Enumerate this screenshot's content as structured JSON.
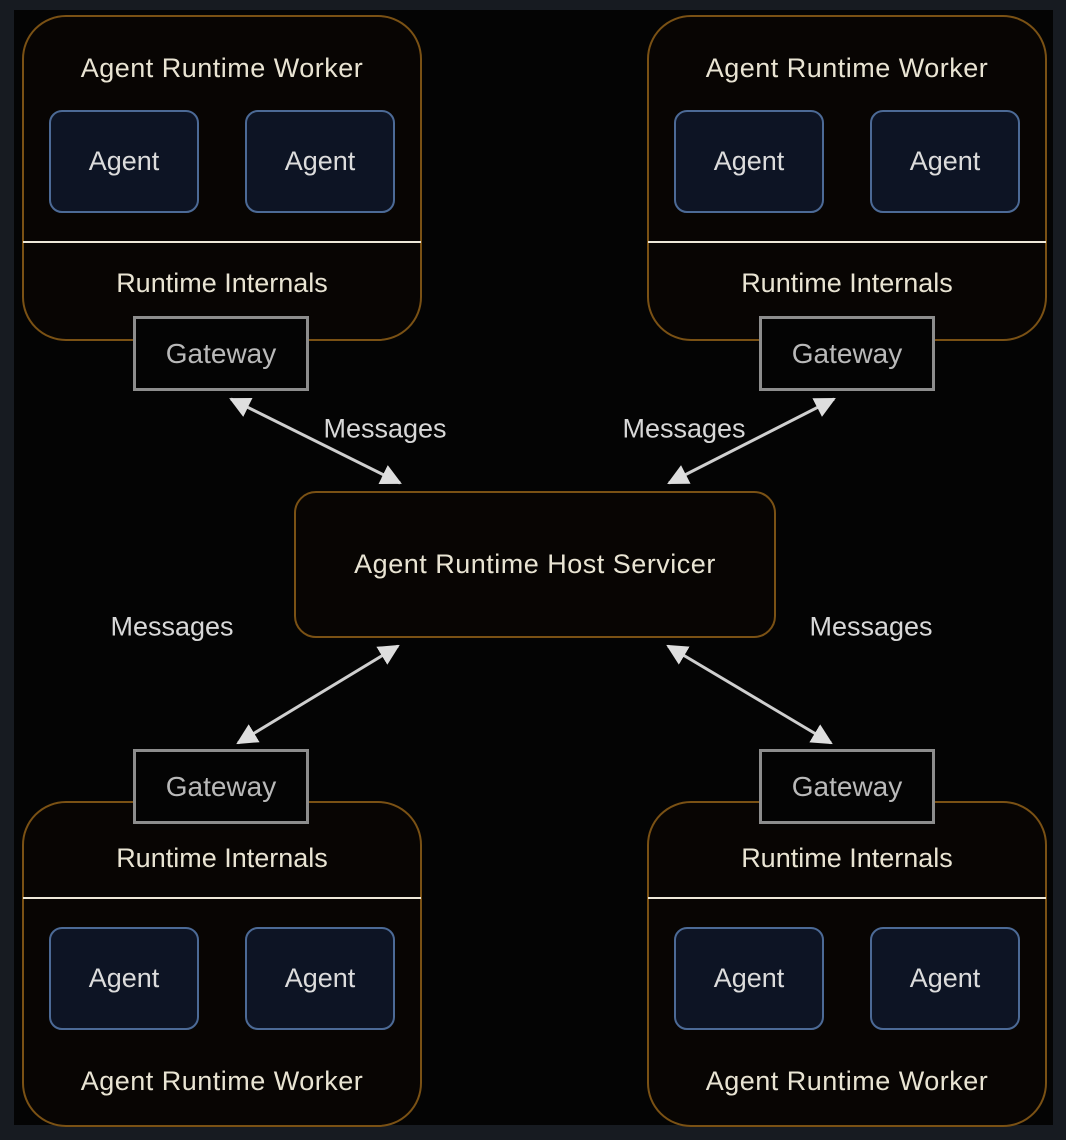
{
  "diagram": {
    "host": {
      "label": "Agent Runtime Host Servicer"
    },
    "workers": [
      {
        "position": "top-left",
        "title": "Agent Runtime Worker",
        "internals": "Runtime Internals",
        "agents": [
          "Agent",
          "Agent"
        ]
      },
      {
        "position": "top-right",
        "title": "Agent Runtime Worker",
        "internals": "Runtime Internals",
        "agents": [
          "Agent",
          "Agent"
        ]
      },
      {
        "position": "bottom-left",
        "title": "Agent Runtime Worker",
        "internals": "Runtime Internals",
        "agents": [
          "Agent",
          "Agent"
        ]
      },
      {
        "position": "bottom-right",
        "title": "Agent Runtime Worker",
        "internals": "Runtime Internals",
        "agents": [
          "Agent",
          "Agent"
        ]
      }
    ],
    "gateways": [
      {
        "position": "top-left",
        "label": "Gateway"
      },
      {
        "position": "top-right",
        "label": "Gateway"
      },
      {
        "position": "bottom-left",
        "label": "Gateway"
      },
      {
        "position": "bottom-right",
        "label": "Gateway"
      }
    ],
    "edges": [
      {
        "from": "gateway-top-left",
        "to": "host-servicer",
        "label": "Messages",
        "bidirectional": true
      },
      {
        "from": "gateway-top-right",
        "to": "host-servicer",
        "label": "Messages",
        "bidirectional": true
      },
      {
        "from": "gateway-bottom-left",
        "to": "host-servicer",
        "label": "Messages",
        "bidirectional": true
      },
      {
        "from": "gateway-bottom-right",
        "to": "host-servicer",
        "label": "Messages",
        "bidirectional": true
      }
    ],
    "colors": {
      "page_background": "#171b21",
      "canvas_background": "#040404",
      "worker_border": "#7a5114",
      "worker_fill": "#080503",
      "agent_border": "#4c6a96",
      "agent_fill": "#0d1424",
      "gateway_border": "#8d8d8d",
      "gateway_text": "#b9b9b9",
      "divider": "#eee8d9",
      "warm_text": "#e9e4d3",
      "arrow": "#cfcfcf",
      "message_text": "#d8d8d8"
    }
  }
}
